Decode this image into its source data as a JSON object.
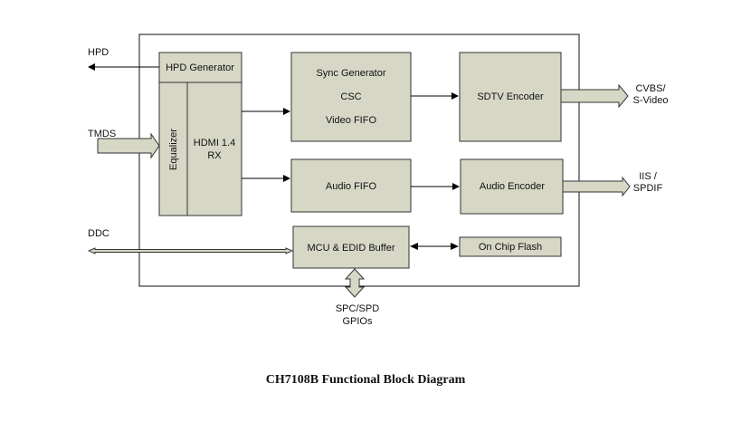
{
  "caption": "CH7108B Functional Block Diagram",
  "signals": {
    "hpd": "HPD",
    "tmds": "TMDS",
    "ddc": "DDC",
    "cvbs_line1": "CVBS/",
    "cvbs_line2": "S-Video",
    "iis_line1": "IIS /",
    "iis_line2": "SPDIF",
    "spc_line1": "SPC/SPD",
    "spc_line2": "GPIOs"
  },
  "blocks": {
    "hpd_generator": "HPD Generator",
    "equalizer": "Equalizer",
    "hdmi_rx_line1": "HDMI 1.4",
    "hdmi_rx_line2": "RX",
    "sync_generator": "Sync Generator",
    "csc": "CSC",
    "video_fifo": "Video FIFO",
    "sdtv_encoder": "SDTV Encoder",
    "audio_fifo": "Audio FIFO",
    "audio_encoder": "Audio Encoder",
    "mcu_edid": "MCU & EDID Buffer",
    "on_chip_flash": "On Chip Flash"
  }
}
